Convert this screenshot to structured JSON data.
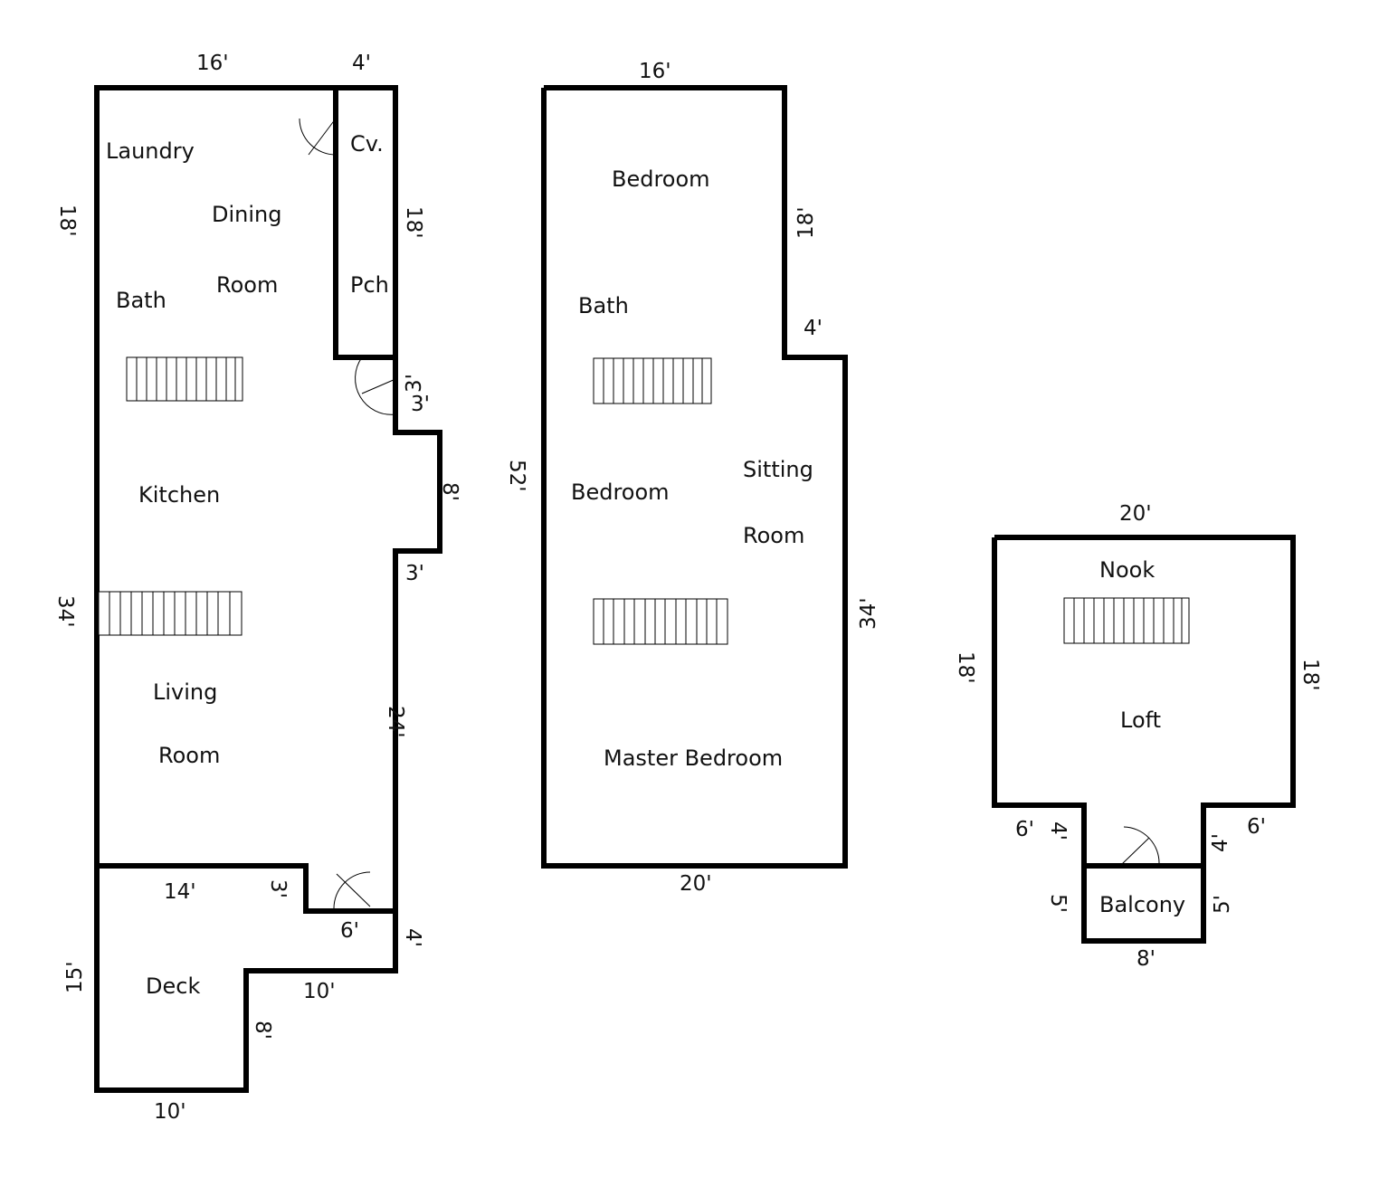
{
  "ground_floor": {
    "rooms": {
      "laundry": "Laundry",
      "dining_1": "Dining",
      "dining_2": "Room",
      "cv": "Cv.",
      "pch": "Pch",
      "bath": "Bath",
      "kitchen": "Kitchen",
      "living_1": "Living",
      "living_2": "Room",
      "deck": "Deck"
    },
    "dims": {
      "top_main": "16'",
      "top_porch": "4'",
      "left_upper": "18'",
      "porch_right": "18'",
      "notch_step_1": "3'",
      "notch_side": "8'",
      "notch_step_2": "3'",
      "left_lower": "34'",
      "right_lower": "24'",
      "deck_top": "14'",
      "deck_step": "3'",
      "deck_ledge": "6'",
      "deck_drop": "4'",
      "deck_mid": "10'",
      "deck_left": "15'",
      "deck_inner": "8'",
      "deck_bottom": "10'"
    }
  },
  "second_floor": {
    "rooms": {
      "bedroom_top": "Bedroom",
      "bath": "Bath",
      "bedroom_mid": "Bedroom",
      "sitting_1": "Sitting",
      "sitting_2": "Room",
      "master": "Master Bedroom"
    },
    "dims": {
      "top": "16'",
      "right_upper": "18'",
      "step": "4'",
      "left": "52'",
      "right_lower": "34'",
      "bottom": "20'"
    }
  },
  "third_floor": {
    "rooms": {
      "nook": "Nook",
      "loft": "Loft",
      "balcony": "Balcony"
    },
    "dims": {
      "top": "20'",
      "left": "18'",
      "right": "18'",
      "bottom_left": "6'",
      "inner_left": "4'",
      "inner_right": "4'",
      "bottom_right": "6'",
      "balcony_left": "5'",
      "balcony_right": "5'",
      "balcony_bottom": "8'"
    }
  }
}
